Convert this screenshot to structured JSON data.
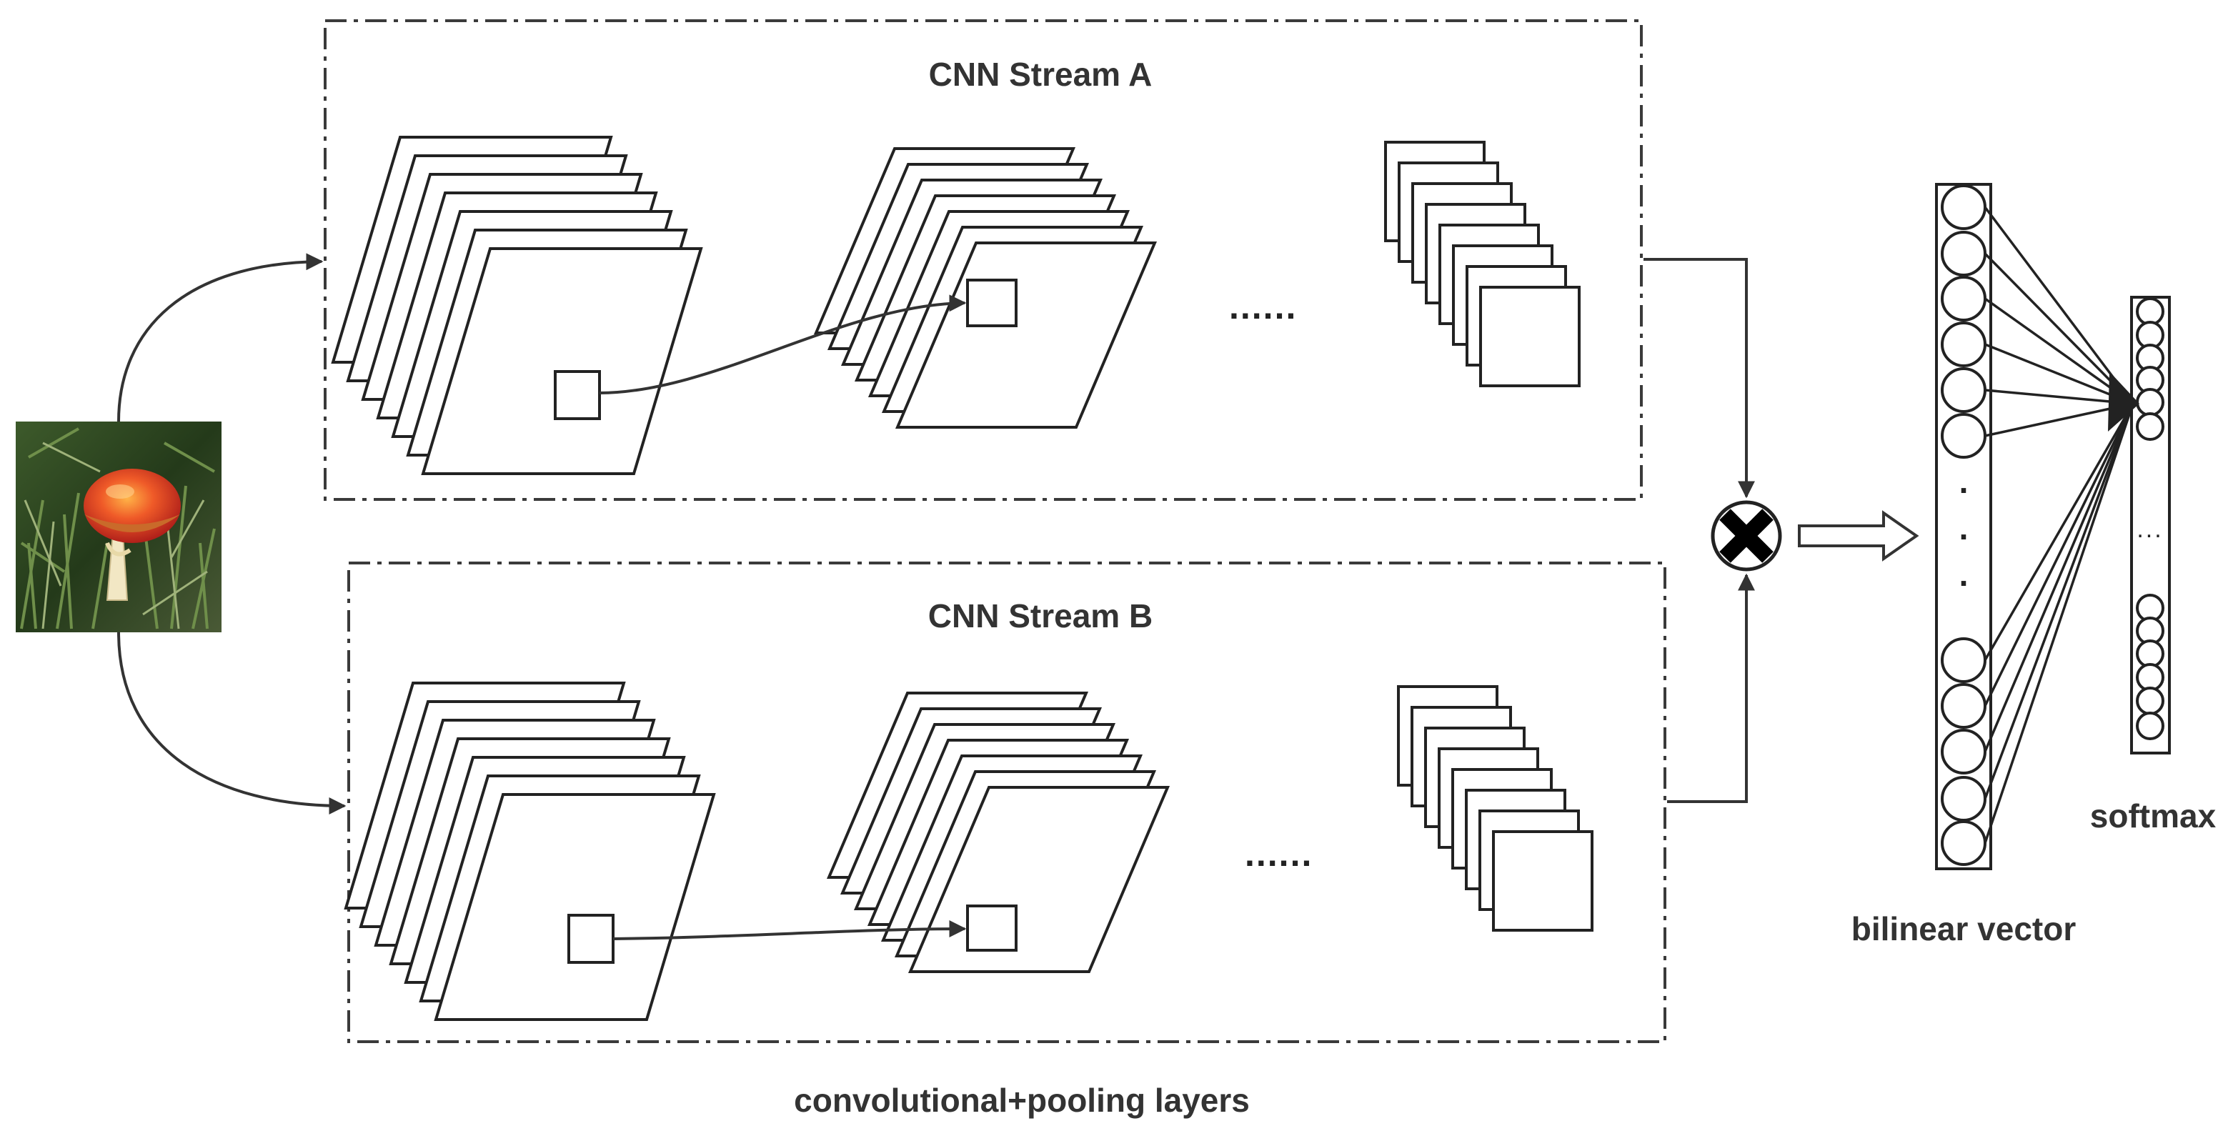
{
  "stream_a": {
    "title": "CNN Stream A",
    "dots": "......"
  },
  "stream_b": {
    "title": "CNN Stream B",
    "dots": "......"
  },
  "caption": "convolutional+pooling layers",
  "bilinear_label": "bilinear vector",
  "softmax_label": "softmax",
  "vector_dots": ".",
  "softmax_dots": "...",
  "input_image": {
    "subject": "red mushroom in grass"
  },
  "combine_operator": {
    "icon": "outer-product-icon"
  },
  "colors": {
    "line": "#222222",
    "box": "#3a3a3a",
    "label": "#333333"
  }
}
